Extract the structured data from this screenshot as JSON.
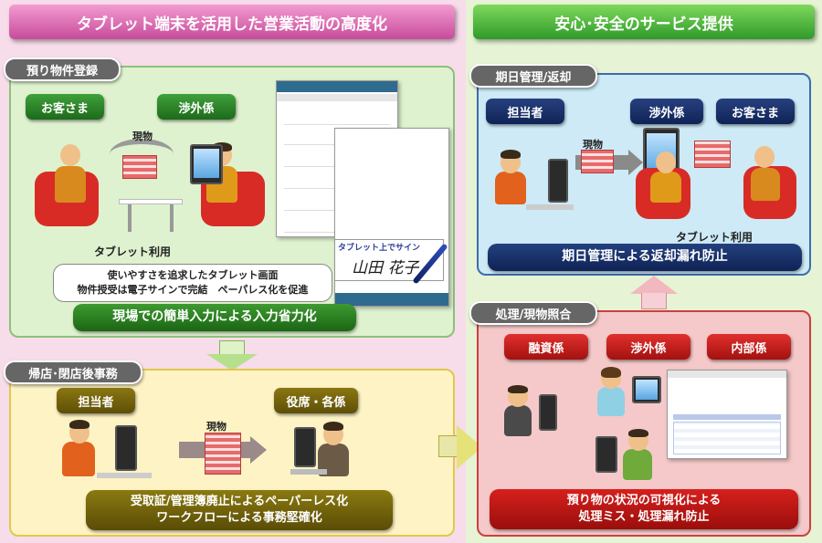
{
  "left_banner": "タブレット端末を活用した営業活動の高度化",
  "right_banner": "安心･安全のサービス提供",
  "section1": {
    "tab": "預り物件登録",
    "roles": [
      "お客さま",
      "渉外係"
    ],
    "item_label": "現物",
    "tablet_label": "タブレット利用",
    "bubble_lines": [
      "使いやすさを追求したタブレット画面",
      "物件授受は電子サインで完結　ペーパレス化を促進"
    ],
    "signature_caption": "タブレット上でサイン",
    "signature_name": "山田 花子",
    "result": "現場での簡単入力による入力省力化"
  },
  "section2": {
    "tab": "帰店･閉店後事務",
    "roles": [
      "担当者",
      "役席・各係"
    ],
    "item_label": "現物",
    "result_lines": [
      "受取証/管理簿廃止によるペーパーレス化",
      "ワークフローによる事務堅確化"
    ]
  },
  "section3": {
    "tab": "期日管理/返却",
    "roles": [
      "担当者",
      "渉外係",
      "お客さま"
    ],
    "item_label": "現物",
    "tablet_label": "タブレット利用",
    "result": "期日管理による返却漏れ防止"
  },
  "section4": {
    "tab": "処理/現物照合",
    "roles": [
      "融資係",
      "渉外係",
      "内部係"
    ],
    "result_lines": [
      "預り物の状況の可視化による",
      "処理ミス・処理漏れ防止"
    ]
  },
  "colors": {
    "left_bg": "#f7dcea",
    "right_bg": "#e6f3d4",
    "green_panel": "#def2cf",
    "yellow_panel": "#fdf3c4",
    "blue_panel": "#cdeaf6",
    "red_panel": "#f5c9c9"
  },
  "icons": [
    "arrow-down-icon",
    "arrow-right-icon",
    "arrow-up-icon",
    "pen-icon"
  ]
}
